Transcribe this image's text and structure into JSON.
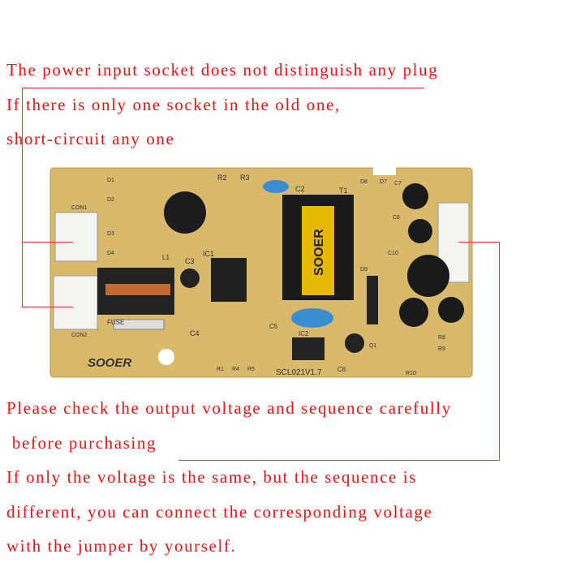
{
  "top_notes": [
    "The power input socket does not distinguish any plug",
    "If there is only one socket in the old one,",
    "short-circuit any one"
  ],
  "bottom_notes": [
    "Please check the output voltage and sequence carefully",
    " before purchasing",
    "If only the voltage is the same, but the sequence is",
    "different, you can connect the corresponding voltage",
    "with the jumper by yourself."
  ],
  "board": {
    "brand": "SOOER",
    "model": "SCL021",
    "version": "V1.7",
    "labels": {
      "con1": "CON1",
      "con2": "CON2",
      "fuse": "FUSE",
      "ic1": "IC1",
      "ic2": "IC2",
      "t1": "T1",
      "c2": "C2",
      "c3": "C3",
      "c4": "C4",
      "c5": "C5",
      "c6": "C6",
      "c7": "C7",
      "c8": "C8",
      "c10": "C10",
      "r1": "R1",
      "r2": "R2",
      "r3": "R3",
      "r4": "R4",
      "r5": "R5",
      "r8": "R8",
      "r9": "R9",
      "r10": "R10",
      "d1": "D1",
      "d2": "D2",
      "d3": "D3",
      "d4": "D4",
      "d7": "D7",
      "d8": "D8",
      "d9": "D9",
      "l1": "L1",
      "q1": "Q1"
    }
  },
  "colors": {
    "annotation": "#f01010",
    "board": "#d9b96c"
  }
}
